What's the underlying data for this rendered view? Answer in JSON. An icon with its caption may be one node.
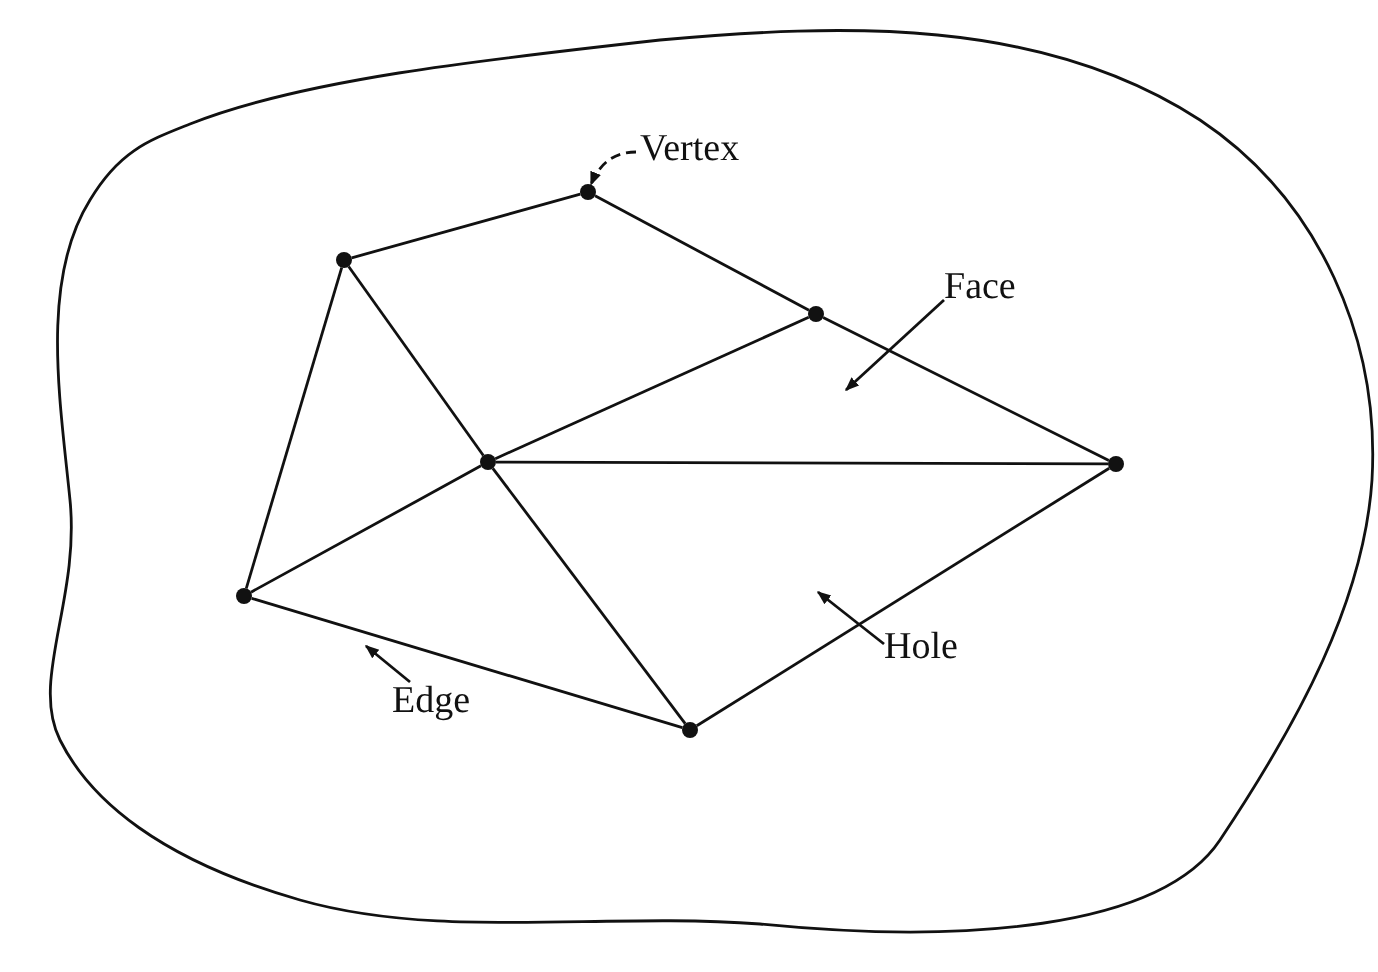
{
  "diagram": {
    "nodes": [
      {
        "text": [],
        "shape": "circle"
      },
      {
        "text": [],
        "shape": "circle"
      },
      {
        "text": [],
        "shape": "circle"
      },
      {
        "text": [],
        "shape": "circle"
      },
      {
        "text": [],
        "shape": "circle"
      },
      {
        "text": [],
        "shape": "circle"
      },
      {
        "text": [],
        "shape": "circle"
      },
      {
        "text": [
          "Vertex"
        ]
      },
      {
        "text": [
          "Face"
        ]
      },
      {
        "text": [
          "Hole"
        ]
      },
      {
        "text": [
          "Edge"
        ]
      }
    ],
    "edges": [
      {
        "from": 1,
        "to": 3,
        "arrow": "none"
      },
      {
        "from": 3,
        "to": 5,
        "arrow": "none"
      },
      {
        "from": 5,
        "to": 6,
        "arrow": "none"
      },
      {
        "from": 1,
        "to": 2,
        "arrow": "none"
      },
      {
        "from": 1,
        "to": 0,
        "arrow": "none"
      },
      {
        "from": 2,
        "to": 5,
        "arrow": "none"
      },
      {
        "from": 2,
        "to": 6,
        "arrow": "none"
      },
      {
        "from": 2,
        "to": 0,
        "arrow": "none"
      },
      {
        "from": 2,
        "to": 4,
        "arrow": "none"
      },
      {
        "from": 0,
        "to": 4,
        "arrow": "none"
      },
      {
        "from": 4,
        "to": 6,
        "arrow": "none"
      },
      {
        "from": 7,
        "to": 3,
        "arrow": "to",
        "style": "dashed"
      },
      {
        "from": 8,
        "to": null,
        "arrow": "to"
      },
      {
        "from": 9,
        "to": null,
        "arrow": "to"
      },
      {
        "from": 10,
        "to": null,
        "arrow": "to"
      }
    ]
  }
}
